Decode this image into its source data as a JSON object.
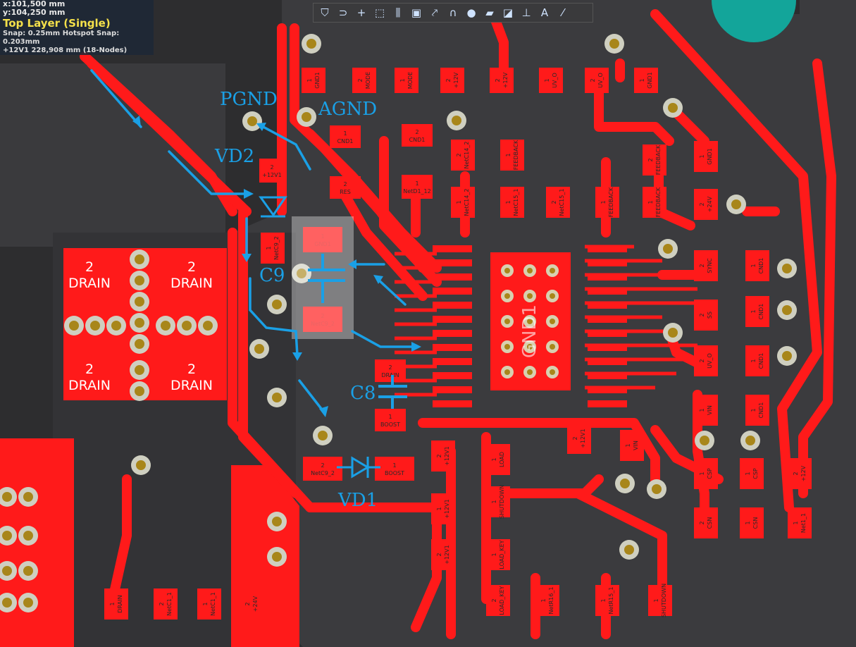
{
  "hud": {
    "x": "x:101,500 mm",
    "y": "y:104,250  mm",
    "layer": "Top Layer (Single)",
    "snap": "Snap: 0.25mm Hotspot Snap: 0.203mm",
    "net": "+12V1  228,908 mm  (18-Nodes)"
  },
  "toolbar": {
    "tools": [
      {
        "name": "filter",
        "glyph": "⛉"
      },
      {
        "name": "route",
        "glyph": "⊃"
      },
      {
        "name": "place-cross",
        "glyph": "+"
      },
      {
        "name": "select-rect",
        "glyph": "⬚"
      },
      {
        "name": "align",
        "glyph": "⫼"
      },
      {
        "name": "component",
        "glyph": "▣"
      },
      {
        "name": "interactive-route",
        "glyph": "⤤"
      },
      {
        "name": "diff-pair",
        "glyph": "∩"
      },
      {
        "name": "via",
        "glyph": "●"
      },
      {
        "name": "polygon",
        "glyph": "▰"
      },
      {
        "name": "rectangle",
        "glyph": "◪"
      },
      {
        "name": "dimension",
        "glyph": "⊥"
      },
      {
        "name": "text",
        "glyph": "A"
      },
      {
        "name": "line",
        "glyph": "⁄"
      }
    ]
  },
  "annotations": {
    "pgnd": "PGND",
    "agnd": "AGND",
    "vd2": "VD2",
    "c9": "C9",
    "c8": "C8",
    "vd1": "VD1"
  },
  "drain": {
    "num": "2",
    "name": "DRAIN"
  },
  "ic_label": "GND1",
  "pads": [
    {
      "n": "1",
      "net": "GND1"
    },
    {
      "n": "2",
      "net": "MODE"
    },
    {
      "n": "1",
      "net": "MODE"
    },
    {
      "n": "2",
      "net": "+12V"
    },
    {
      "n": "2",
      "net": "+12V"
    },
    {
      "n": "1",
      "net": "UV_O"
    },
    {
      "n": "2",
      "net": "UV_O"
    },
    {
      "n": "1",
      "net": "GND1"
    },
    {
      "n": "1",
      "net": "CND1"
    },
    {
      "n": "2",
      "net": "CND1"
    },
    {
      "n": "2",
      "net": "+12V1"
    },
    {
      "n": "2",
      "net": "RES"
    },
    {
      "n": "1",
      "net": "NetD1_12"
    },
    {
      "n": "2",
      "net": "NetC14_2"
    },
    {
      "n": "1",
      "net": "NetC14_2"
    },
    {
      "n": "1",
      "net": "FEEDBACK"
    },
    {
      "n": "1",
      "net": "NetC15_1"
    },
    {
      "n": "2",
      "net": "NetC15_1"
    },
    {
      "n": "1",
      "net": "FEEDBACK"
    },
    {
      "n": "2",
      "net": "FEEDBACK"
    },
    {
      "n": "1",
      "net": "FEEDBACK"
    },
    {
      "n": "1",
      "net": "GND1"
    },
    {
      "n": "2",
      "net": "+24V"
    },
    {
      "n": "1",
      "net": "NetC9_2"
    },
    {
      "n": "1",
      "net": "GND1"
    },
    {
      "n": "2",
      "net": "NetC9_2"
    },
    {
      "n": "2",
      "net": "SYNC"
    },
    {
      "n": "1",
      "net": "CND1"
    },
    {
      "n": "2",
      "net": "SS"
    },
    {
      "n": "1",
      "net": "CND1"
    },
    {
      "n": "2",
      "net": "UV_O"
    },
    {
      "n": "1",
      "net": "CND1"
    },
    {
      "n": "2",
      "net": "DRAIN"
    },
    {
      "n": "1",
      "net": "BOOST"
    },
    {
      "n": "2",
      "net": "NetC9_2"
    },
    {
      "n": "1",
      "net": "BOOST"
    },
    {
      "n": "1",
      "net": "VIN"
    },
    {
      "n": "1",
      "net": "CND1"
    },
    {
      "n": "2",
      "net": "+12V1"
    },
    {
      "n": "1",
      "net": "VIN"
    },
    {
      "n": "2",
      "net": "+12V1"
    },
    {
      "n": "1",
      "net": "LOAD"
    },
    {
      "n": "1",
      "net": "CSP"
    },
    {
      "n": "1",
      "net": "CSP"
    },
    {
      "n": "1",
      "net": "+12V1"
    },
    {
      "n": "1",
      "net": "SHUTDOWN"
    },
    {
      "n": "2",
      "net": "CSN"
    },
    {
      "n": "1",
      "net": "CSN"
    },
    {
      "n": "2",
      "net": "+12V1"
    },
    {
      "n": "1",
      "net": "LOAD_KEY"
    },
    {
      "n": "2",
      "net": "+12V"
    },
    {
      "n": "1",
      "net": "Net1_1"
    },
    {
      "n": "1",
      "net": "DRAIN"
    },
    {
      "n": "2",
      "net": "NetC1_1"
    },
    {
      "n": "1",
      "net": "NetC1_1"
    },
    {
      "n": "2",
      "net": "+24V"
    },
    {
      "n": "2",
      "net": "LOAD_KEY"
    },
    {
      "n": "1",
      "net": "NetR16_1"
    },
    {
      "n": "1",
      "net": "NetR15_1"
    },
    {
      "n": "1",
      "net": "SHUTDOWN"
    }
  ],
  "colors": {
    "copper": "#ff1a1a",
    "board": "#2f2f31",
    "annotation": "#1aa0e6",
    "pad_hole": "#cfcfc0",
    "via_center": "#b8860b"
  }
}
